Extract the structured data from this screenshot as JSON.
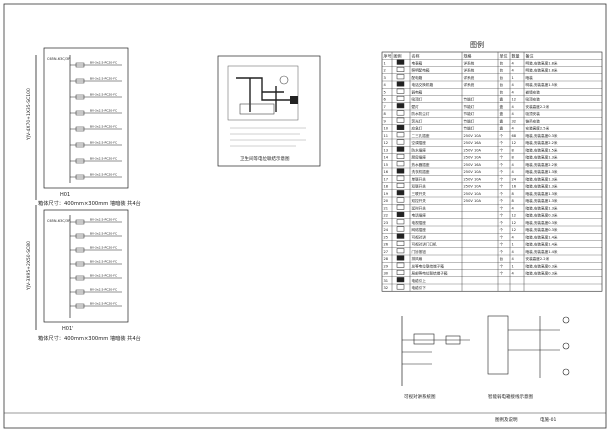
{
  "left_panel": {
    "vertical_labels": [
      "YJV-4X70+1X35-SC100",
      "YJV-3X95+2X50-SC80"
    ],
    "panel_note_1": "箱体尺寸：400mm×300mm 墙暗装  共4台",
    "panel_note_2": "箱体尺寸：400mm×300mm 墙暗装  共4台",
    "panel_tag_1": "H01",
    "panel_tag_2": "H01'",
    "breaker_main": "C65N-63C/3P",
    "breaker_branch": "C65N-16C/1P",
    "branch_wire": "BV-3x2.5-PC20-FC",
    "branch_count": 7
  },
  "center_diagram": {
    "caption": "卫生间等电位联结示意图"
  },
  "legend": {
    "title": "图例",
    "headers": [
      "序号",
      "图例",
      "名称",
      "规格",
      "单位",
      "数量",
      "备注"
    ],
    "rows": [
      [
        "1",
        "",
        "电表箱",
        "详系统",
        "台",
        "4",
        "明装,安装高度1.8米"
      ],
      [
        "2",
        "",
        "照明配电箱",
        "详系统",
        "台",
        "4",
        "明装,安装高度1.8米"
      ],
      [
        "3",
        "",
        "配电箱",
        "详系统",
        "台",
        "1",
        "暗装"
      ],
      [
        "4",
        "",
        "电话交换机箱",
        "详系统",
        "台",
        "4",
        "明装,安装高度1.5米"
      ],
      [
        "5",
        "",
        "弱电箱",
        "",
        "台",
        "4",
        "嵌墙安装"
      ],
      [
        "6",
        "",
        "吸顶灯",
        "节能灯",
        "盏",
        "12",
        "吸顶安装"
      ],
      [
        "7",
        "",
        "壁灯",
        "节能灯",
        "盏",
        "4",
        "安装高度2.2米"
      ],
      [
        "8",
        "",
        "防水防尘灯",
        "节能灯",
        "盏",
        "4",
        "吸顶安装"
      ],
      [
        "9",
        "",
        "荧光灯",
        "节能灯",
        "盏",
        "32",
        "链吊安装"
      ],
      [
        "10",
        "",
        "应急灯",
        "节能灯",
        "盏",
        "4",
        "安装高度2.5米"
      ],
      [
        "11",
        "",
        "二三孔插座",
        "250V 10A",
        "个",
        "68",
        "暗装,安装高度0.3米"
      ],
      [
        "12",
        "",
        "空调插座",
        "250V 16A",
        "个",
        "12",
        "暗装,安装高度2.2米"
      ],
      [
        "13",
        "",
        "防水插座",
        "250V 10A",
        "个",
        "8",
        "暗装,安装高度1.5米"
      ],
      [
        "14",
        "",
        "厨房插座",
        "250V 10A",
        "个",
        "8",
        "暗装,安装高度1.3米"
      ],
      [
        "15",
        "",
        "热水器插座",
        "250V 16A",
        "个",
        "4",
        "暗装,安装高度2.2米"
      ],
      [
        "16",
        "",
        "洗衣机插座",
        "250V 10A",
        "个",
        "4",
        "暗装,安装高度1.3米"
      ],
      [
        "17",
        "",
        "单联开关",
        "250V 10A",
        "个",
        "24",
        "暗装,安装高度1.3米"
      ],
      [
        "18",
        "",
        "双联开关",
        "250V 10A",
        "个",
        "16",
        "暗装,安装高度1.3米"
      ],
      [
        "19",
        "",
        "三联开关",
        "250V 10A",
        "个",
        "8",
        "暗装,安装高度1.3米"
      ],
      [
        "20",
        "",
        "双控开关",
        "250V 10A",
        "个",
        "8",
        "暗装,安装高度1.3米"
      ],
      [
        "21",
        "",
        "延时开关",
        "",
        "个",
        "4",
        "暗装,安装高度1.3米"
      ],
      [
        "22",
        "",
        "电话插座",
        "",
        "个",
        "12",
        "暗装,安装高度0.3米"
      ],
      [
        "23",
        "",
        "电视插座",
        "",
        "个",
        "12",
        "暗装,安装高度0.3米"
      ],
      [
        "24",
        "",
        "网络插座",
        "",
        "个",
        "12",
        "暗装,安装高度0.3米"
      ],
      [
        "25",
        "",
        "可视对讲",
        "",
        "个",
        "4",
        "暗装,安装高度1.4米"
      ],
      [
        "26",
        "",
        "可视对讲门口机",
        "",
        "个",
        "1",
        "暗装,安装高度1.4米"
      ],
      [
        "27",
        "",
        "门铃按钮",
        "",
        "个",
        "4",
        "暗装,安装高度1.4米"
      ],
      [
        "28",
        "",
        "排风扇",
        "",
        "台",
        "4",
        "安装高度2.2米"
      ],
      [
        "29",
        "",
        "总等电位联结端子箱",
        "",
        "个",
        "1",
        "暗装,安装高度0.3米"
      ],
      [
        "30",
        "",
        "局部等电位联结端子箱",
        "",
        "个",
        "4",
        "暗装,安装高度0.3米"
      ],
      [
        "31",
        "",
        "电缆引上",
        "",
        "",
        "",
        ""
      ],
      [
        "32",
        "",
        "电缆引下",
        "",
        "",
        "",
        ""
      ]
    ]
  },
  "bottom_diagrams": {
    "left_caption": "可视对讲系统图",
    "right_caption": "智能弱电箱接线示意图"
  },
  "title_block": {
    "text_1": "图例及说明",
    "text_2": "电施-01"
  }
}
